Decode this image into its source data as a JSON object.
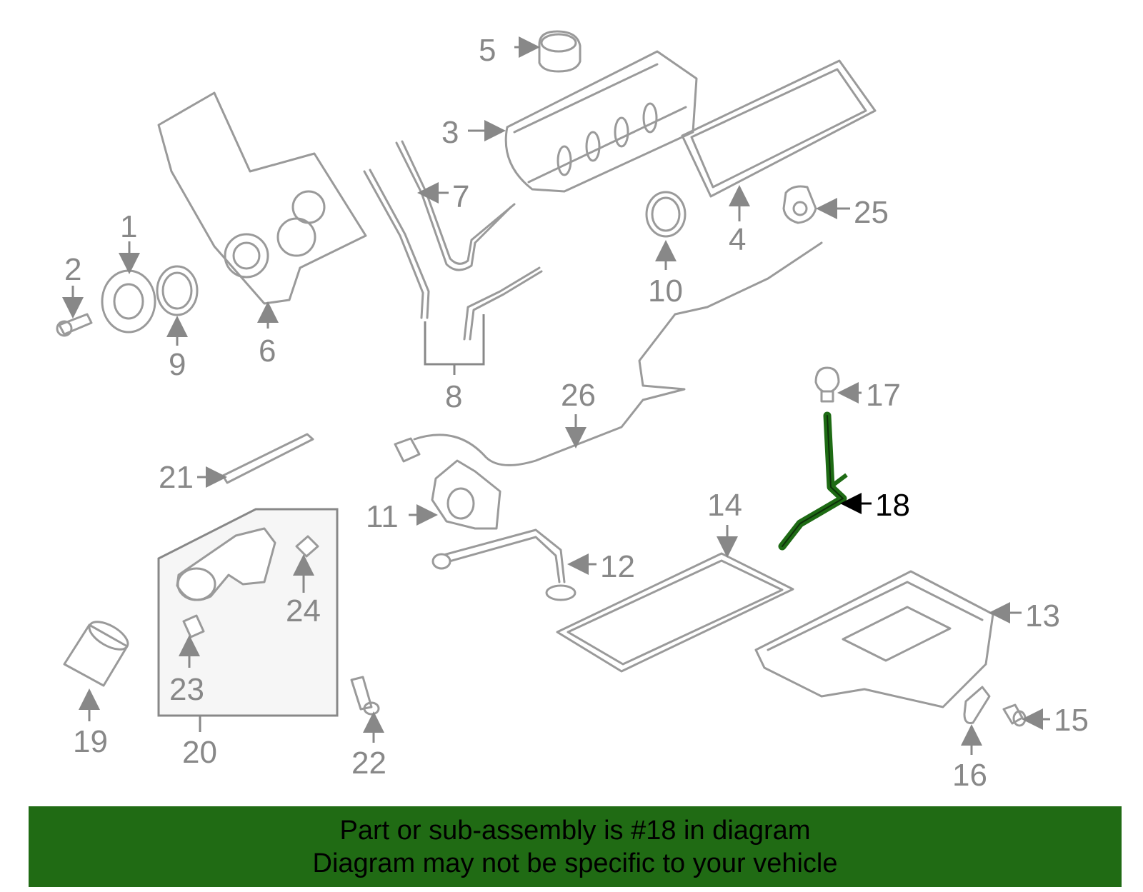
{
  "diagram": {
    "highlighted_part": "18",
    "highlight_color": "#1e6b14",
    "callouts": [
      "1",
      "2",
      "3",
      "4",
      "5",
      "6",
      "7",
      "8",
      "9",
      "10",
      "11",
      "12",
      "13",
      "14",
      "15",
      "16",
      "17",
      "18",
      "19",
      "20",
      "21",
      "22",
      "23",
      "24",
      "25",
      "26"
    ]
  },
  "banner": {
    "line1": "Part or sub-assembly is #18 in diagram",
    "line2": "Diagram may not be specific to your vehicle",
    "background": "#206b14"
  }
}
